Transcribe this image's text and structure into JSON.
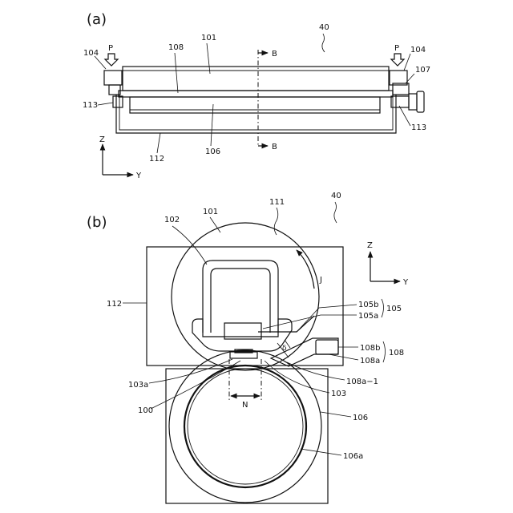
{
  "figure_a": {
    "panel_label": "(a)",
    "labels": {
      "l40": "40",
      "l101": "101",
      "l108": "108",
      "l104_left": "104",
      "l104_right": "104",
      "p_left": "P",
      "p_right": "P",
      "l107": "107",
      "l113_left": "113",
      "l113_right": "113",
      "l106": "106",
      "l112": "112",
      "b_top": "B",
      "b_bottom": "B",
      "axis_z": "Z",
      "axis_y": "Y"
    }
  },
  "figure_b": {
    "panel_label": "(b)",
    "labels": {
      "l40": "40",
      "l101": "101",
      "l102": "102",
      "l111": "111",
      "l112": "112",
      "j": "J",
      "l105b": "105b",
      "l105a": "105a",
      "l105": "105",
      "l108b": "108b",
      "l108a": "108a",
      "l108": "108",
      "l108a1": "108a−1",
      "delta": "δ",
      "l103a": "103a",
      "l103": "103",
      "l100": "100",
      "n": "N",
      "l106": "106",
      "l106a": "106a",
      "axis_z": "Z",
      "axis_y": "Y"
    }
  }
}
